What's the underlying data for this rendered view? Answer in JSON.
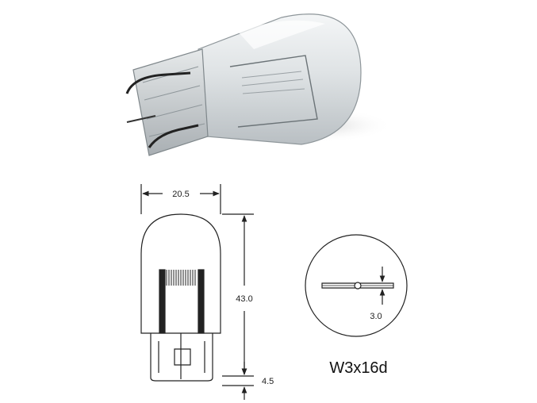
{
  "diagram": {
    "dimensions": {
      "width": "20.5",
      "height": "43.0",
      "base": "4.5",
      "filament_gap": "3.0"
    },
    "base_type": "W3x16d"
  }
}
